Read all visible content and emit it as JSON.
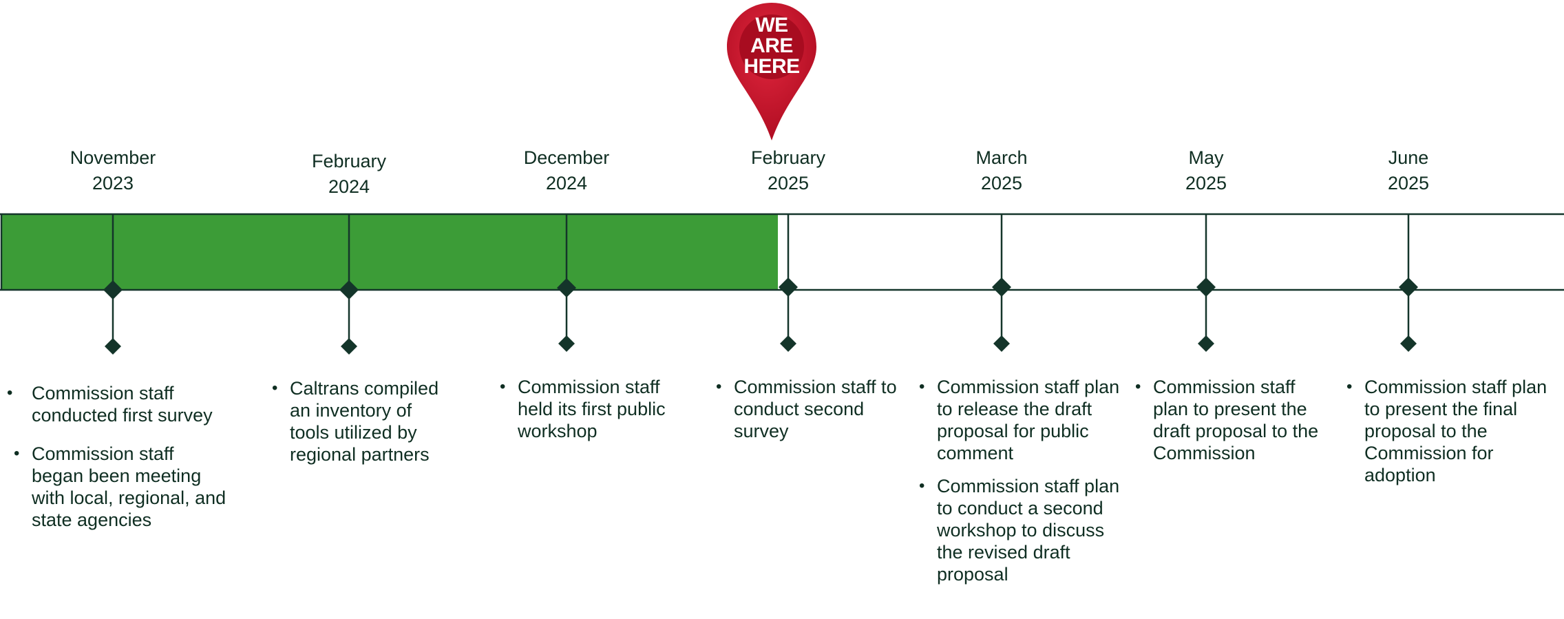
{
  "marker": {
    "lines": [
      "WE",
      "ARE",
      "HERE"
    ],
    "color": "#c8102e",
    "icon": "location-pin-icon"
  },
  "colors": {
    "completed_fill": "#3c9c37",
    "line": "#14352a",
    "text": "#0f2e22"
  },
  "milestones": [
    {
      "month": "November",
      "year": "2023",
      "completed": true,
      "notes": [
        "Commission staff conducted first survey",
        "Commission staff began been meeting with local, regional, and state agencies"
      ]
    },
    {
      "month": "February",
      "year": "2024",
      "completed": true,
      "notes": [
        "Caltrans compiled an inventory of tools utilized by regional partners"
      ]
    },
    {
      "month": "December",
      "year": "2024",
      "completed": true,
      "notes": [
        "Commission staff held its first public workshop"
      ]
    },
    {
      "month": "February",
      "year": "2025",
      "completed": false,
      "current": true,
      "notes": [
        "Commission staff to conduct second survey"
      ]
    },
    {
      "month": "March",
      "year": "2025",
      "completed": false,
      "notes": [
        "Commission staff plan to release the draft proposal for public comment",
        "Commission staff plan to conduct a second workshop to discuss the revised draft proposal"
      ]
    },
    {
      "month": "May",
      "year": "2025",
      "completed": false,
      "notes": [
        "Commission staff plan to present the draft proposal to the Commission"
      ]
    },
    {
      "month": "June",
      "year": "2025",
      "completed": false,
      "notes": [
        "Commission staff plan to present the final proposal to the Commission for adoption"
      ]
    }
  ]
}
